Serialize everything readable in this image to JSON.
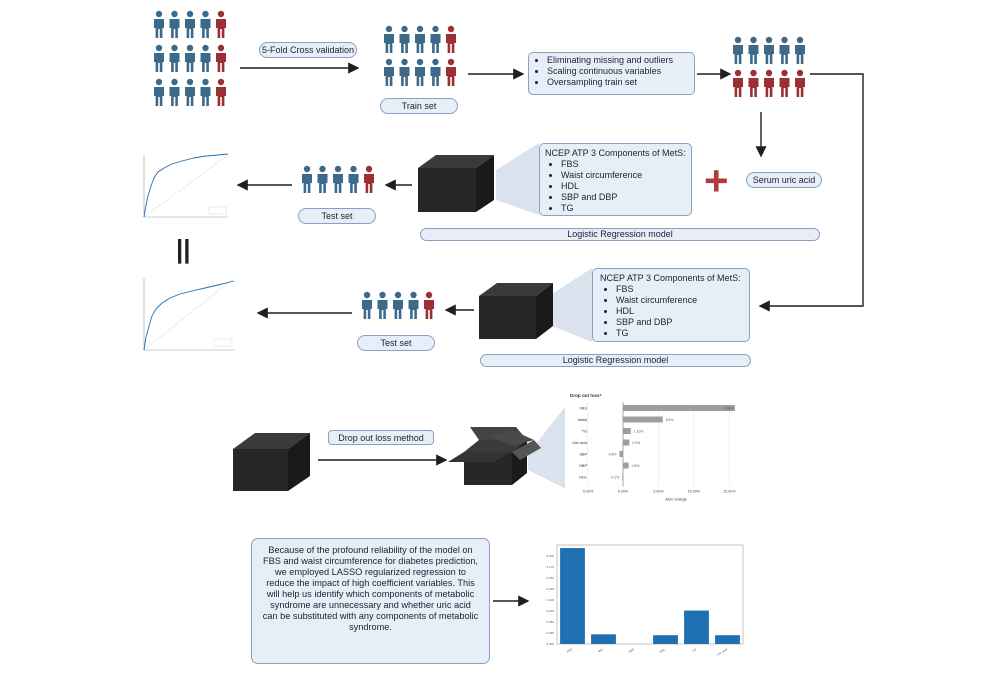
{
  "labels": {
    "cross_validation": "5-Fold Cross validation",
    "train_set": "Train set",
    "test_set": "Test set",
    "serum_uric_acid": "Serum uric acid",
    "logistic_regression": "Logistic Regression model",
    "dropout_method": "Drop out loss method"
  },
  "preprocessing": {
    "items": [
      "Eliminating missing and outliers",
      "Scaling continuous variables",
      "Oversampling train set"
    ]
  },
  "components": {
    "title": "NCEP ATP 3 Components of MetS:",
    "items": [
      "FBS",
      "Waist circumference",
      "HDL",
      "SBP and DBP",
      "TG"
    ]
  },
  "conclusion": "Because of the profound reliability of the model on FBS and waist circumference for diabetes prediction, we employed LASSO regularized regression to reduce the impact of high coefficient variables. This will help us identify which components of metabolic syndrome are unnecessary and whether uric acid can be substituted with any components of metabolic syndrome.",
  "colors": {
    "blue_person": "#3d6a8a",
    "red_person": "#9b2f34",
    "box_fill": "#e7eef8",
    "box_border": "#8aa0c0",
    "bar_gray": "#9e9e9e",
    "bar_blue": "#1f6fb3",
    "plus": "#b23a3a"
  },
  "chart_data": [
    {
      "type": "bar",
      "orientation": "horizontal",
      "title": "Drop out loss*",
      "xlabel": "AUC change",
      "categories": [
        "FBS",
        "Waist",
        "TG",
        "Uric acid",
        "SBP",
        "DBP",
        "HDL"
      ],
      "values": [
        15.8,
        5.6,
        1.1,
        0.9,
        -0.5,
        0.8,
        -0.1
      ],
      "value_labels": [
        "15.8%",
        "5.6%",
        "1.10%",
        "0.9%",
        "-0.5%",
        "0.8%",
        "-0.1%"
      ],
      "xticks": [
        "-5.00%",
        "0.00%",
        "5.00%",
        "10.00%",
        "15.00%"
      ],
      "xlim": [
        -5,
        16
      ]
    },
    {
      "type": "bar",
      "categories": [
        "FBS",
        "WC",
        "SBP",
        "HDL",
        "TG",
        "Uric acid"
      ],
      "values": [
        0.218,
        0.022,
        0.0,
        0.02,
        0.076,
        0.02
      ],
      "yticks": [
        "0.200",
        "0.175",
        "0.150",
        "0.125",
        "0.100",
        "0.075",
        "0.050",
        "0.025",
        "0.000"
      ],
      "ylim": [
        0,
        0.225
      ]
    }
  ]
}
